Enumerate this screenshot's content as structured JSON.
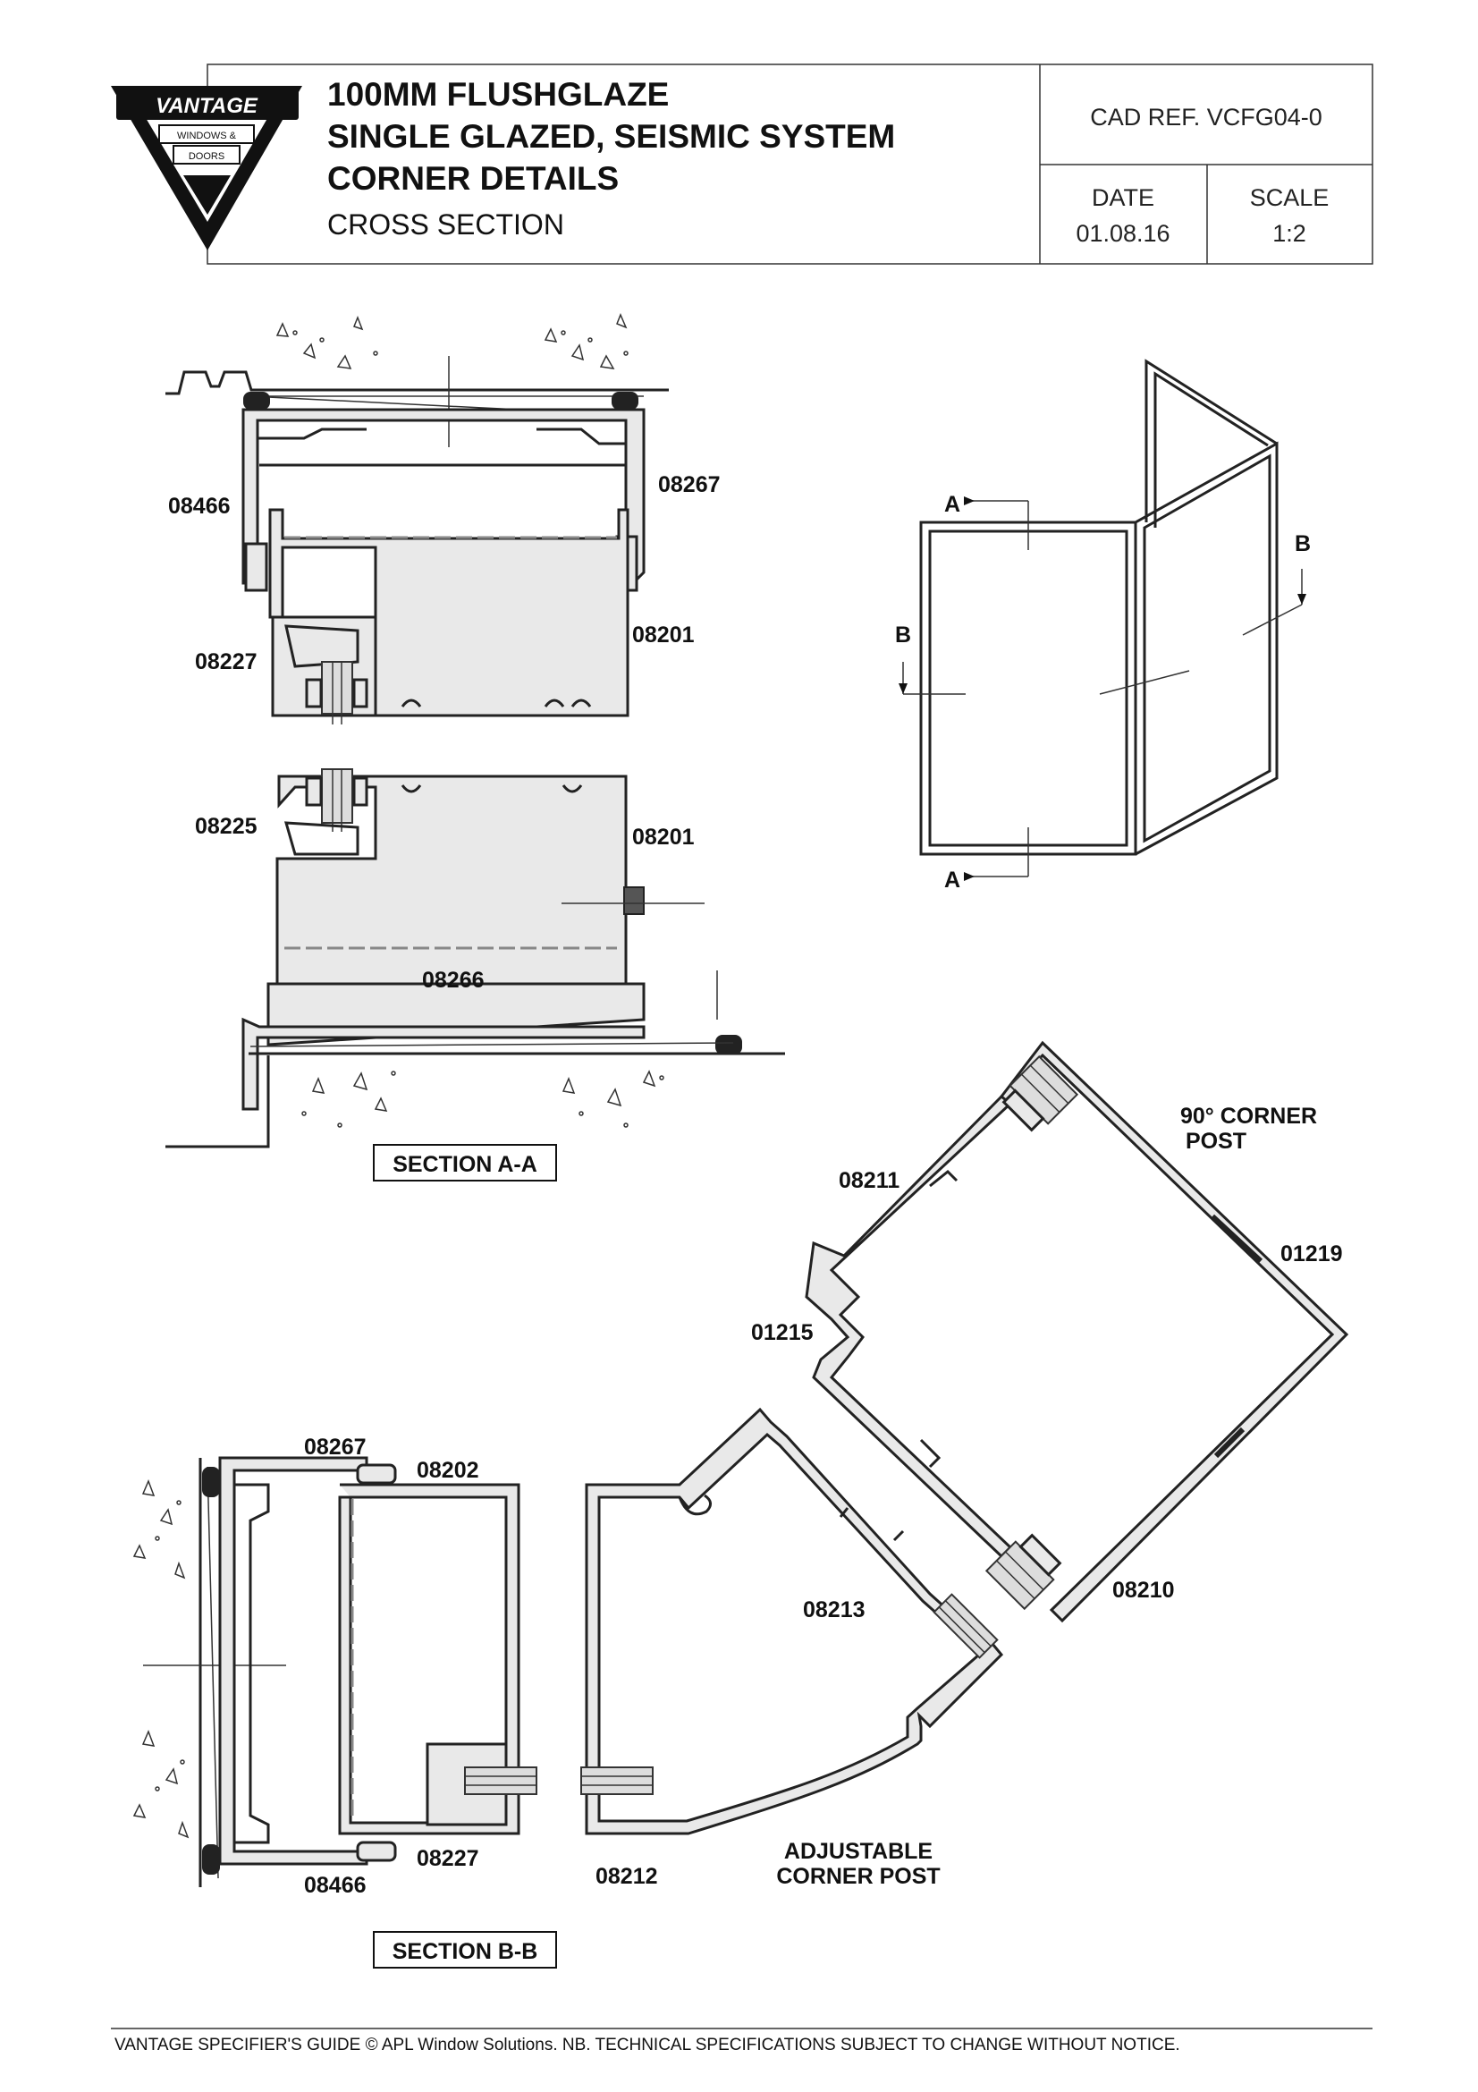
{
  "title_block": {
    "logo_brand": "VANTAGE",
    "logo_line1": "WINDOWS &",
    "logo_line2": "DOORS",
    "title_line1": "100MM FLUSHGLAZE",
    "title_line2": "SINGLE GLAZED, SEISMIC SYSTEM",
    "title_line3": "CORNER DETAILS",
    "subtitle": "CROSS SECTION",
    "cad_ref": "CAD REF.  VCFG04-0",
    "date_label": "DATE",
    "date_value": "01.08.16",
    "scale_label": "SCALE",
    "scale_value": "1:2"
  },
  "section_aa": {
    "caption": "SECTION A-A",
    "labels": {
      "p08466": "08466",
      "p08267": "08267",
      "p08227": "08227",
      "p08201_top": "08201",
      "p08225": "08225",
      "p08201_bottom": "08201",
      "p08266": "08266"
    }
  },
  "elevation": {
    "mark_a_top": "A",
    "mark_a_bottom": "A",
    "mark_b_left": "B",
    "mark_b_right": "B"
  },
  "corner_post_90": {
    "title_line1": "90° CORNER",
    "title_line2": "POST",
    "labels": {
      "p08211": "08211",
      "p01219": "01219",
      "p01215": "01215",
      "p08210": "08210"
    }
  },
  "section_bb": {
    "caption": "SECTION B-B",
    "labels": {
      "p08267": "08267",
      "p08202": "08202",
      "p08227": "08227",
      "p08466": "08466"
    }
  },
  "adjustable_post": {
    "title_line1": "ADJUSTABLE",
    "title_line2": "CORNER POST",
    "labels": {
      "p08213": "08213",
      "p08212": "08212"
    }
  },
  "footer": {
    "text": "VANTAGE SPECIFIER'S GUIDE  © APL Window Solutions. NB. TECHNICAL SPECIFICATIONS SUBJECT TO CHANGE WITHOUT NOTICE."
  }
}
